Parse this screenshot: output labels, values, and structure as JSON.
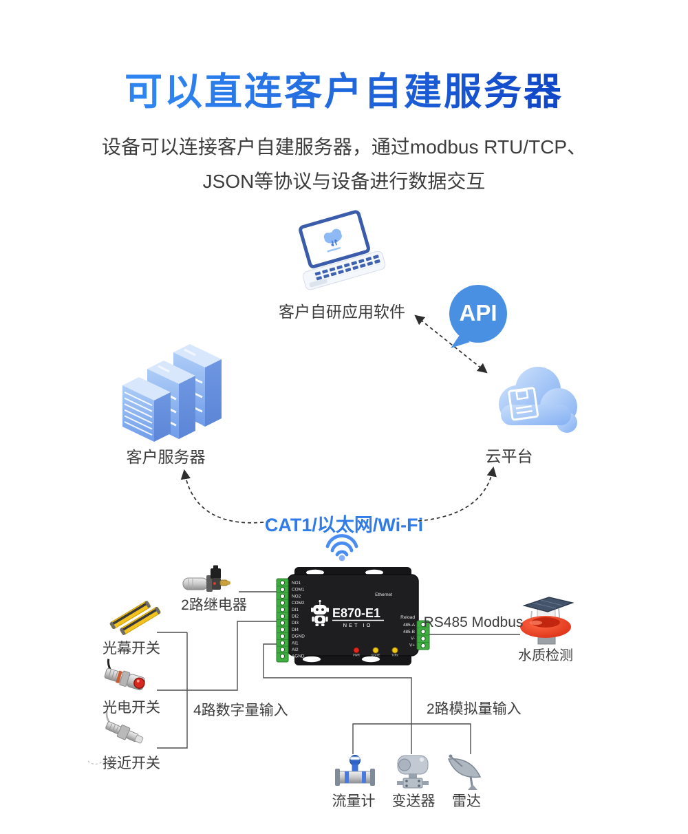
{
  "header": {
    "title": "可以直连客户自建服务器",
    "subtitle_line1": "设备可以连接客户自建服务器，通过modbus RTU/TCP、",
    "subtitle_line2": "JSON等协议与设备进行数据交互"
  },
  "nodes": {
    "app_software": {
      "label": "客户自研应用软件"
    },
    "api": {
      "label": "API"
    },
    "customer_server": {
      "label": "客户服务器"
    },
    "cloud_platform": {
      "label": "云平台"
    },
    "uplink": {
      "label": "CAT1/以太网/Wi-Fi"
    },
    "relay": {
      "label": "2路继电器"
    },
    "light_curtain": {
      "label": "光幕开关"
    },
    "photoelectric": {
      "label": "光电开关"
    },
    "proximity": {
      "label": "接近开关"
    },
    "digital_input": {
      "label": "4路数字量输入"
    },
    "analog_input": {
      "label": "2路模拟量输入"
    },
    "rs485": {
      "label": "RS485 Modbus"
    },
    "water_quality": {
      "label": "水质检测"
    },
    "flow_meter": {
      "label": "流量计"
    },
    "transmitter": {
      "label": "变送器"
    },
    "radar": {
      "label": "雷达"
    }
  },
  "device": {
    "model": "E870-E1",
    "series": "NET IO",
    "ethernet_label": "Ethernet",
    "reload_label": "Reload",
    "left_pins": [
      "NO1",
      "COM1",
      "NO2",
      "COM2",
      "DI1",
      "DI2",
      "DI3",
      "DI4",
      "DGND",
      "AI1",
      "AI2",
      "AGND"
    ],
    "right_pins": [
      "485-A",
      "485-B",
      "V-",
      "V+"
    ],
    "leds": [
      "PWR",
      "STATE",
      "TxRx"
    ]
  },
  "colors": {
    "title_gradient_start": "#2E84F0",
    "title_gradient_end": "#1148C8",
    "body_text": "#3D3D3D",
    "link_text": "#2F7CE8",
    "api_bubble": "#4A90E2",
    "connector_line": "#4D4D4D",
    "arrow": "#2E2E2E",
    "device_body": "#1E1E20",
    "terminal_green": "#3FAE41",
    "server_blue": "#7FA9EC",
    "cloud_blue": "#9DC0F6",
    "led_power_red": "#E0281E",
    "led_yellow": "#F2C618",
    "sensor_yellow": "#F3C21D",
    "buoy_red": "#E23B1E"
  }
}
